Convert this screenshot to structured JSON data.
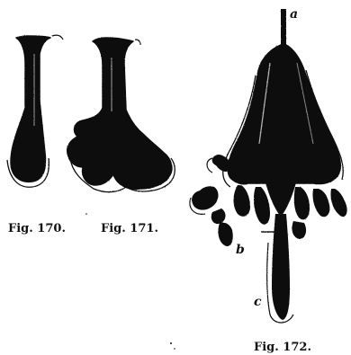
{
  "figures": [
    {
      "caption": "Fig. 170."
    },
    {
      "caption": "Fig. 171."
    },
    {
      "caption": "Fig. 172.",
      "labels": {
        "a": "a",
        "b": "b",
        "c": "c"
      }
    }
  ],
  "colors": {
    "ink": "#111111",
    "paper": "#ffffff"
  }
}
